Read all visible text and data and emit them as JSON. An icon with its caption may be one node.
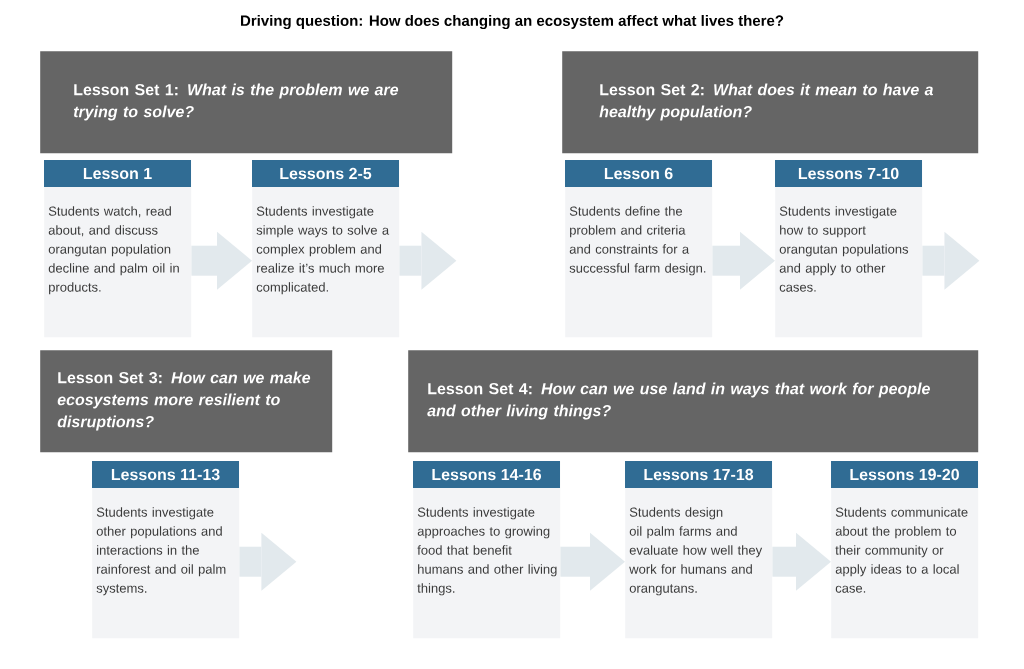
{
  "diagram": {
    "title": "Driving question: How does changing an ecosystem affect what lives there?",
    "nodes": [
      {
        "text": [
          "Lesson Set 1: *What is the problem we are trying to solve?*"
        ]
      },
      {
        "text": [
          "Lesson 1",
          "Students watch, read about, and discuss orangutan population decline and palm oil in products."
        ]
      },
      {
        "text": [
          "Lessons 2-5",
          "Students investigate simple ways to solve a complex problem and realize it’s much more complicated."
        ]
      },
      {
        "text": [
          "Lesson Set 2: *What does it mean to have a healthy population?*"
        ]
      },
      {
        "text": [
          "Lesson 6",
          "Students define the problem and criteria and constraints for a successful farm design."
        ]
      },
      {
        "text": [
          "Lessons 7-10",
          "Students investigate how to support orangutan populations and apply to other cases."
        ]
      },
      {
        "text": [
          "Lesson Set 3: *How can we make ecosystems more resilient to disruptions?*"
        ]
      },
      {
        "text": [
          "Lessons 11-13",
          "Students investigate other populations and interactions in the rainforest and oil palm systems."
        ]
      },
      {
        "text": [
          "Lesson Set 4: *How can we use land in ways that work for people and other living things?*"
        ]
      },
      {
        "text": [
          "Lessons 14-16",
          "Students investigate approaches to growing food that benefit humans and other living things."
        ]
      },
      {
        "text": [
          "Lessons 17-18",
          "Students design oil palm farms and evaluate how well they work for humans and orangutans."
        ]
      },
      {
        "text": [
          "Lessons 19-20",
          "Students communicate about the problem to their community or apply ideas to a local case."
        ]
      }
    ],
    "edges": [
      {
        "from": 1,
        "to": 2,
        "arrow": "to"
      },
      {
        "from": 2,
        "to": null,
        "arrow": "to"
      },
      {
        "from": 4,
        "to": 5,
        "arrow": "to"
      },
      {
        "from": 5,
        "to": null,
        "arrow": "to"
      },
      {
        "from": 7,
        "to": null,
        "arrow": "to"
      },
      {
        "from": 9,
        "to": 10,
        "arrow": "to"
      },
      {
        "from": 10,
        "to": 11,
        "arrow": "to"
      }
    ]
  }
}
